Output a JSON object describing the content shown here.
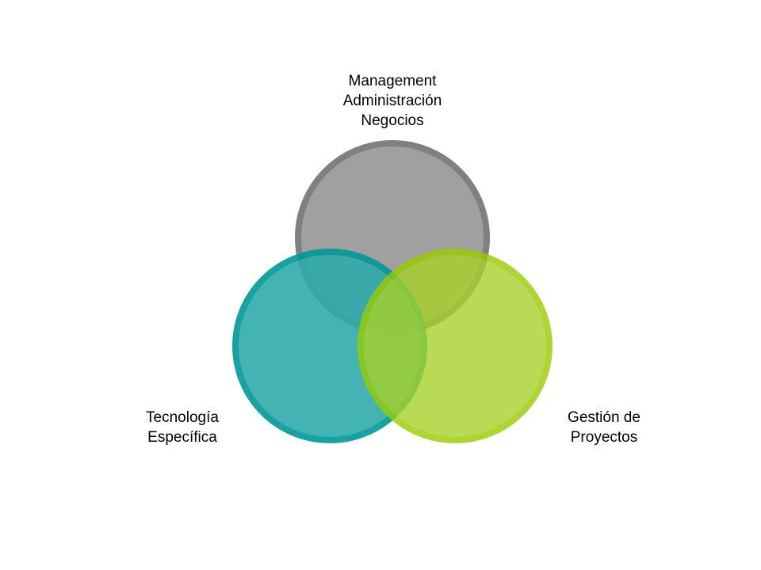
{
  "diagram": {
    "type": "venn",
    "sets": [
      {
        "id": "management",
        "lines": [
          "Management",
          "Administración",
          "Negocios"
        ],
        "fill": "#a0a0a0",
        "stroke": "#808080"
      },
      {
        "id": "tecnologia",
        "lines": [
          "Tecnología",
          "Específica"
        ],
        "fill": "#2fabab",
        "stroke": "#009999"
      },
      {
        "id": "proyectos",
        "lines": [
          "Gestión de",
          "Proyectos"
        ],
        "fill": "#a8d22a",
        "stroke": "#99cc00"
      }
    ]
  }
}
